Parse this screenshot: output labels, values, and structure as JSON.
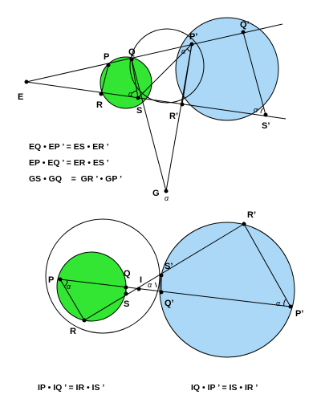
{
  "colors": {
    "green_circle": "#33e633",
    "blue_circle": "#aad8f6",
    "stroke": "#000000",
    "background": "#ffffff"
  },
  "top_figure": {
    "labels": {
      "E": "E",
      "P": "P",
      "Q": "Q",
      "R": "R",
      "S": "S",
      "P_prime": "P’",
      "Q_prime": "Q’",
      "R_prime": "R’",
      "S_prime": "S’",
      "G": "G",
      "alpha": "α"
    },
    "equations": [
      "EQ • EP ’  =  ES • ER ’",
      "EP • EQ ’  =  ER • ES ’",
      "GS • GQ    =  GR ’ • GP ’"
    ]
  },
  "bottom_figure": {
    "labels": {
      "P": "P",
      "Q": "Q",
      "R": "R",
      "S": "S",
      "I": "I",
      "P_prime": "P’",
      "Q_prime": "Q’",
      "R_prime": "R’",
      "S_prime": "S’",
      "alpha": "α"
    },
    "equations": [
      "IP • IQ ’  =  IR • IS ’",
      "IQ • IP ’  =  IS • IR ’"
    ]
  }
}
